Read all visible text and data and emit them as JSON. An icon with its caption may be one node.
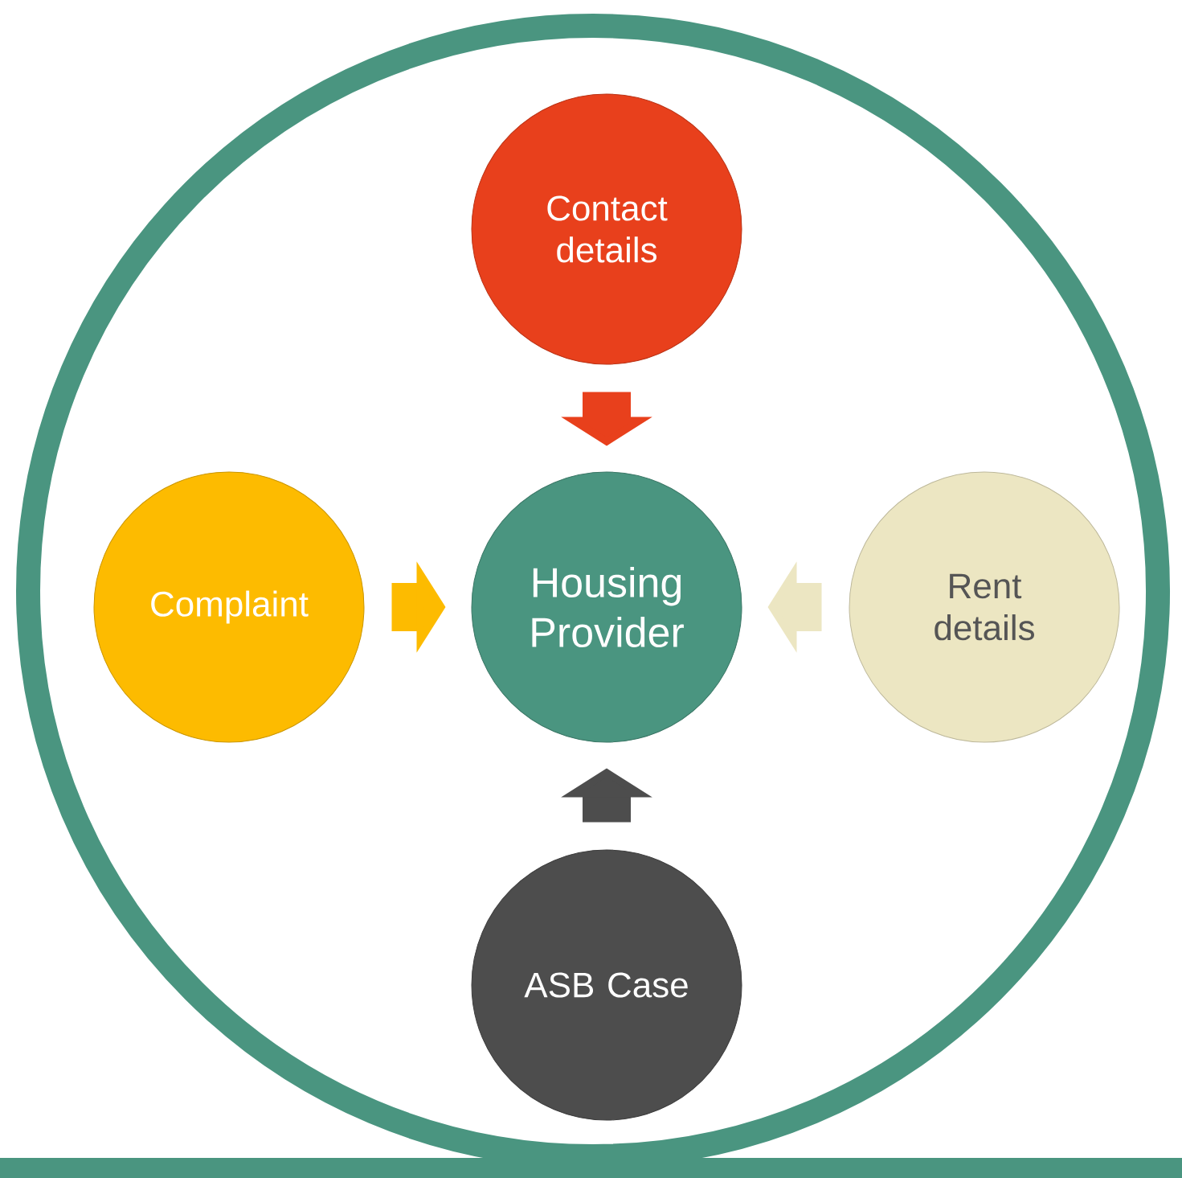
{
  "diagram": {
    "nodes": [
      {
        "text": [
          "Contact details"
        ]
      },
      {
        "text": [
          "Complaint"
        ]
      },
      {
        "text": [
          "Housing Provider"
        ]
      },
      {
        "text": [
          "Rent details"
        ]
      },
      {
        "text": [
          "ASB Case"
        ]
      }
    ],
    "edges": [
      {
        "from": 0,
        "to": 2,
        "arrow": "to",
        "color": "#e8401c"
      },
      {
        "from": 1,
        "to": 2,
        "arrow": "to",
        "color": "#fdbb00"
      },
      {
        "from": 3,
        "to": 2,
        "arrow": "to",
        "color": "#ece6c2"
      },
      {
        "from": 4,
        "to": 2,
        "arrow": "to",
        "color": "#4d4d4d"
      }
    ]
  }
}
